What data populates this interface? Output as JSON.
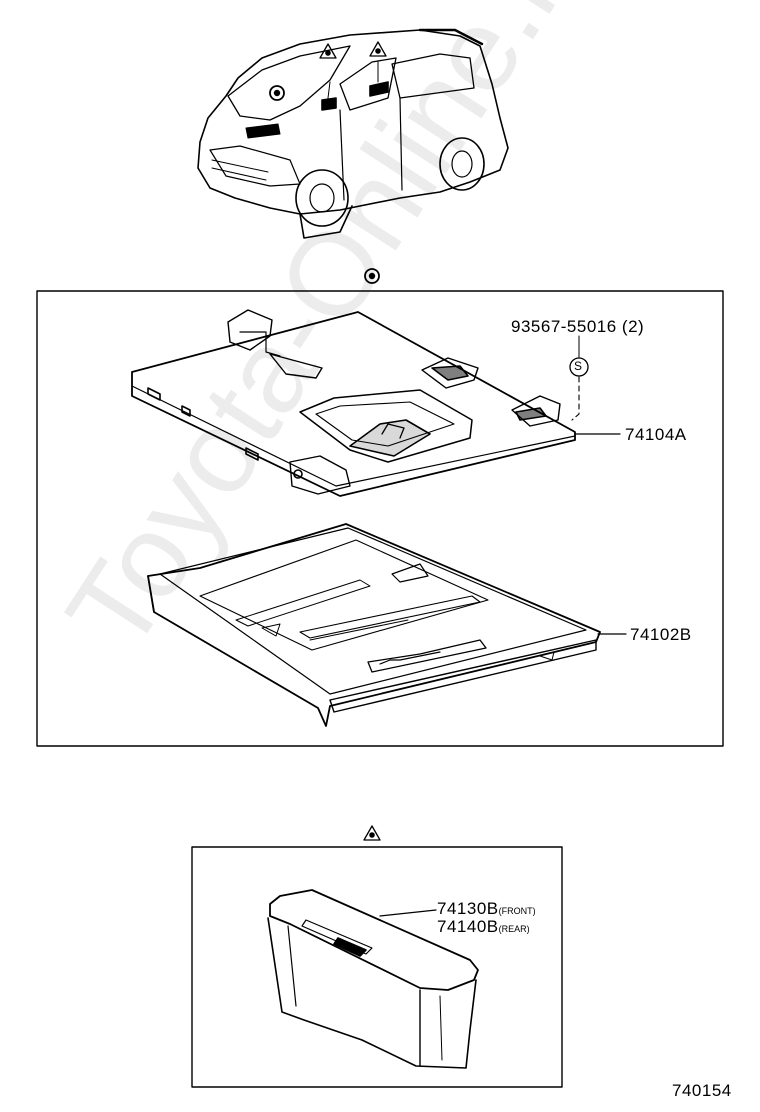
{
  "watermark": "Toyota-Online.ru",
  "labels": {
    "bolt_part": "93567-55016 (2)",
    "bolt_symbol": "S",
    "housing_part": "74104A",
    "tray_part": "74102B",
    "box_front_part": "74130B",
    "box_front_note": "(FRONT)",
    "box_rear_part": "74140B",
    "box_rear_note": "(REAR)",
    "diagram_number": "740154"
  },
  "icons": [
    "target-marker-icon",
    "triangle-marker-icon"
  ]
}
